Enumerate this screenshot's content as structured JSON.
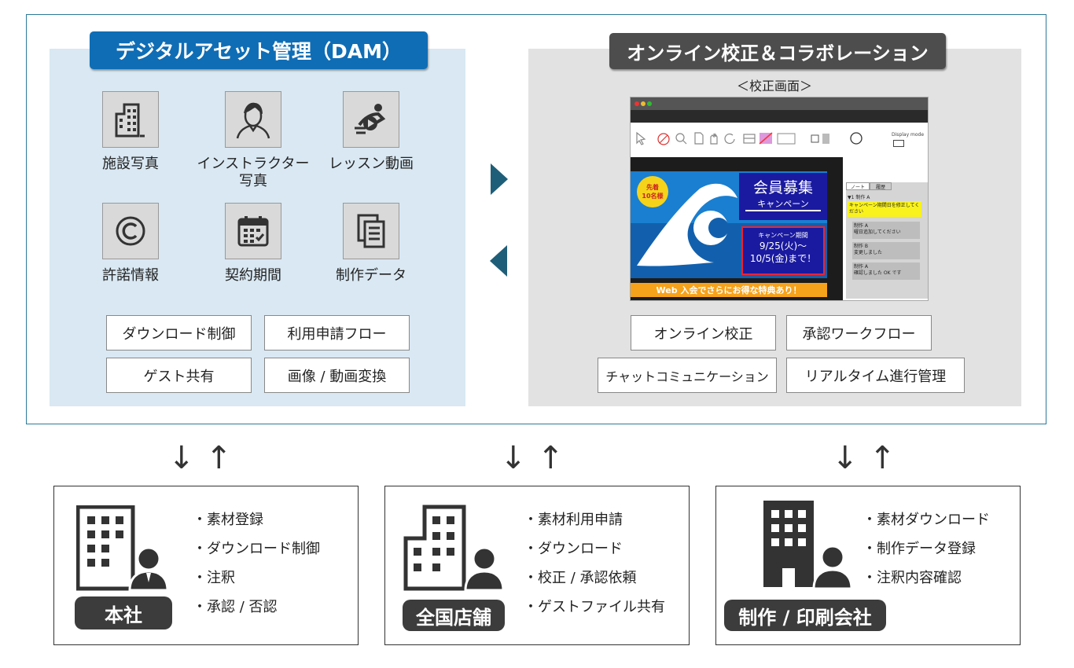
{
  "dam": {
    "title": "デジタルアセット管理（DAM）",
    "icons": [
      {
        "label": "施設写真",
        "icon": "building-icon"
      },
      {
        "label": "インストラクター写真",
        "label_line1": "インストラクター",
        "label_line2": "写真",
        "icon": "person-icon"
      },
      {
        "label": "レッスン動画",
        "icon": "video-icon"
      },
      {
        "label": "許諾情報",
        "icon": "copyright-icon"
      },
      {
        "label": "契約期間",
        "icon": "calendar-icon"
      },
      {
        "label": "制作データ",
        "icon": "document-icon"
      }
    ],
    "features": [
      "ダウンロード制御",
      "利用申請フロー",
      "ゲスト共有",
      "画像 / 動画変換"
    ]
  },
  "proof": {
    "title": "オンライン校正＆コラボレーション",
    "subtitle": "＜校正画面＞",
    "features": [
      "オンライン校正",
      "承認ワークフロー",
      "チャットコミュニケーション",
      "リアルタイム進行管理"
    ],
    "screen": {
      "display_mode": "Display mode",
      "banner_badge_line1": "先着",
      "banner_badge_line2": "10名様",
      "banner_title": "会員募集",
      "banner_subtitle": "キャンペーン",
      "campaign_label": "キャンペーン期間",
      "campaign_line1": "9/25(火)〜",
      "campaign_line2": "10/5(金)まで！",
      "banner_footer": "Web 入会でさらにお得な特典あり！",
      "tabs": [
        "ノート",
        "履歴"
      ],
      "note_header": "▼1  制作 A",
      "note_yellow": "キャンペーン期間日を修正してください",
      "comments": [
        {
          "author": "制作 A",
          "text": "曜日追加してください"
        },
        {
          "author": "制作 B",
          "text": "変更しました"
        },
        {
          "author": "制作 A",
          "text": "確認しました OK です"
        }
      ]
    }
  },
  "sync_arrows": "↓↑",
  "entities": [
    {
      "tag": "本社",
      "items": [
        "・素材登録",
        "・ダウンロード制御",
        "・注釈",
        "・承認 / 否認"
      ]
    },
    {
      "tag": "全国店舗",
      "items": [
        "・素材利用申請",
        "・ダウンロード",
        "・校正 / 承認依頼",
        "・ゲストファイル共有"
      ]
    },
    {
      "tag": "制作 / 印刷会社",
      "items": [
        "・素材ダウンロード",
        "・制作データ登録",
        "・注釈内容確認"
      ]
    }
  ],
  "colors": {
    "dam_blue": "#0f6db5",
    "dam_bg": "#d9e8f3",
    "proof_bg": "#e2e2e2",
    "arrow_teal": "#1f5e78",
    "banner_navy": "#1a1aa0",
    "banner_orange": "#f7a21b"
  }
}
